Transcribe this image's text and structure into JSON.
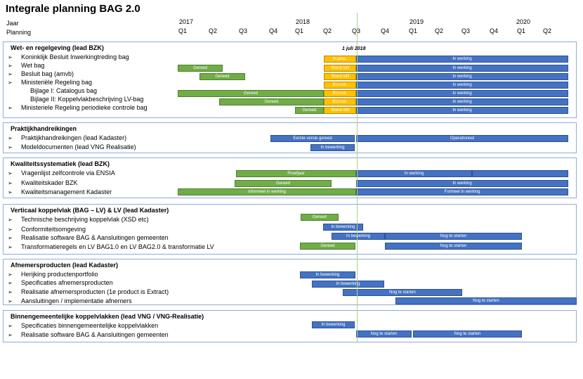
{
  "title": "Integrale planning BAG 2.0",
  "header": {
    "jaar": "Jaar",
    "planning": "Planning"
  },
  "years": [
    "2017",
    "2018",
    "2019",
    "2020"
  ],
  "quarters": [
    "Q1",
    "Q2",
    "Q3",
    "Q4",
    "Q1",
    "Q2",
    "Q3",
    "Q4",
    "Q1",
    "Q2",
    "Q3",
    "Q4",
    "Q1",
    "Q2"
  ],
  "marker": "1 juli 2018",
  "bullet_glyph": "➢",
  "sections": [
    {
      "title": "Wet- en regelgeving (lead BZK)",
      "rows": [
        {
          "label": "Koninklijk Besluit Inwerkingtreding bag",
          "bars": [
            "In proc.",
            "In werking"
          ]
        },
        {
          "label": "Wet bag",
          "bars": [
            "Gereed",
            "Stand still",
            "In werking"
          ]
        },
        {
          "label": "Besluit bag (amvb)",
          "bars": [
            "Gereed",
            "Stand still",
            "In werking"
          ]
        },
        {
          "label": "Ministeriële Regeling bag",
          "bars": [
            "EU-not.",
            "In werking"
          ]
        },
        {
          "label": "Bijlage I: Catalogus bag",
          "bars": [
            "Gereed",
            "EU-not.",
            "In werking"
          ]
        },
        {
          "label": "Bijlage II: Koppelvlakbeschrijving LV-bag",
          "bars": [
            "Gereed",
            "EU-not.",
            "In werking"
          ]
        },
        {
          "label": "Ministeriele Regeling periodieke controle bag",
          "bars": [
            "Gereed",
            "Stand still",
            "In werking"
          ]
        }
      ]
    },
    {
      "title": "Praktijkhandreikingen",
      "rows": [
        {
          "label": "Praktijkhandreikingen (lead Kadaster)",
          "bars": [
            "Eerste versie gereed",
            "Operationeel"
          ]
        },
        {
          "label": "Modeldocumenten (lead VNG Realisatie)",
          "bars": [
            "In bewerking"
          ]
        }
      ]
    },
    {
      "title": "Kwaliteitssystematiek (lead BZK)",
      "rows": [
        {
          "label": "Vragenlijst zelfcontrole via ENSIA",
          "bars": [
            "Proefjaar",
            "In werking",
            ""
          ]
        },
        {
          "label": "Kwaliteitskader BZK",
          "bars": [
            "Gereed",
            "In werking"
          ]
        },
        {
          "label": "Kwaliteitsmanagement Kadaster",
          "bars": [
            "Informeel in werking",
            "Formeel in werking"
          ]
        }
      ]
    },
    {
      "title": "Verticaal koppelvlak (BAG – LV) & LV (lead Kadaster)",
      "rows": [
        {
          "label": "Technische beschrijving koppelvlak (XSD etc)",
          "bars": [
            "Gereed"
          ]
        },
        {
          "label": "Conformiteitsomgeving",
          "bars": [
            "In bewerking"
          ]
        },
        {
          "label": "Realisatie software BAG & Aansluitingen gemeenten",
          "bars": [
            "In bewerking",
            "Nog te starten"
          ]
        },
        {
          "label": "Transformatieregels en LV BAG1.0 en LV BAG2.0 & transformatie LV",
          "bars": [
            "Gereed",
            "Nog te starten"
          ]
        }
      ]
    },
    {
      "title": "Afnemersproducten (lead Kadaster)",
      "rows": [
        {
          "label": "Herijking productenportfolio",
          "bars": [
            "In bewerking"
          ]
        },
        {
          "label": "Specificaties afnemersproducten",
          "bars": [
            "In bewerking"
          ]
        },
        {
          "label": "Realisatie afnemersproducten (1e product is Extract)",
          "bars": [
            "Nog te starten"
          ]
        },
        {
          "label": "Aansluitingen / implementatie afnemers",
          "bars": [
            "Nog te starten"
          ]
        }
      ]
    },
    {
      "title": "Binnengemeentelijke koppelvlakken (lead VNG / VNG-Realisatie)",
      "rows": [
        {
          "label": "Specificaties binnengemeentelijke koppelvlakken",
          "bars": [
            "In bewerking"
          ]
        },
        {
          "label": "Realisatie software BAG & Aansluitingen gemeenten",
          "bars": [
            "Nog te starten",
            "Nog te starten"
          ]
        }
      ]
    }
  ],
  "colors": {
    "green": "#70ad47",
    "blue": "#4472c4",
    "yellow": "#ffc000",
    "marker_line": "#a9d18e"
  }
}
